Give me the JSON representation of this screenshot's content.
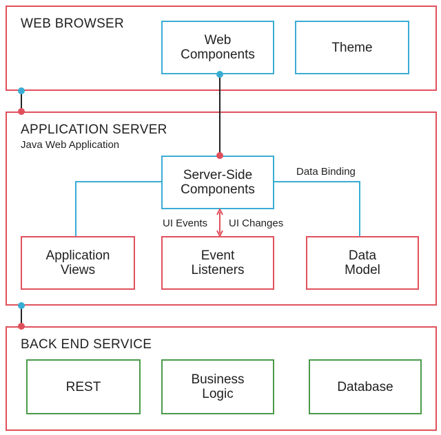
{
  "layers": {
    "browser": {
      "title": "WEB BROWSER",
      "boxes": {
        "web_components": [
          "Web",
          "Components"
        ],
        "theme": [
          "Theme"
        ]
      }
    },
    "server": {
      "title": "APPLICATION SERVER",
      "subtitle": "Java Web Application",
      "boxes": {
        "server_side": [
          "Server-Side",
          "Components"
        ],
        "app_views": [
          "Application",
          "Views"
        ],
        "event_listeners": [
          "Event",
          "Listeners"
        ],
        "data_model": [
          "Data",
          "Model"
        ]
      }
    },
    "backend": {
      "title": "BACK END SERVICE",
      "boxes": {
        "rest": [
          "REST"
        ],
        "business_logic": [
          "Business",
          "Logic"
        ],
        "database": [
          "Database"
        ]
      }
    }
  },
  "edge_labels": {
    "data_binding": "Data Binding",
    "ui_events": "UI Events",
    "ui_changes": "UI Changes"
  },
  "colors": {
    "layer_border": "#e0505c",
    "client_box": "#3aacd4",
    "server_box": "#e0505c",
    "backend_box": "#4a9a4a",
    "connector": "#222222",
    "red_dot": "#e0505c",
    "blue_dot": "#3aacd4"
  }
}
